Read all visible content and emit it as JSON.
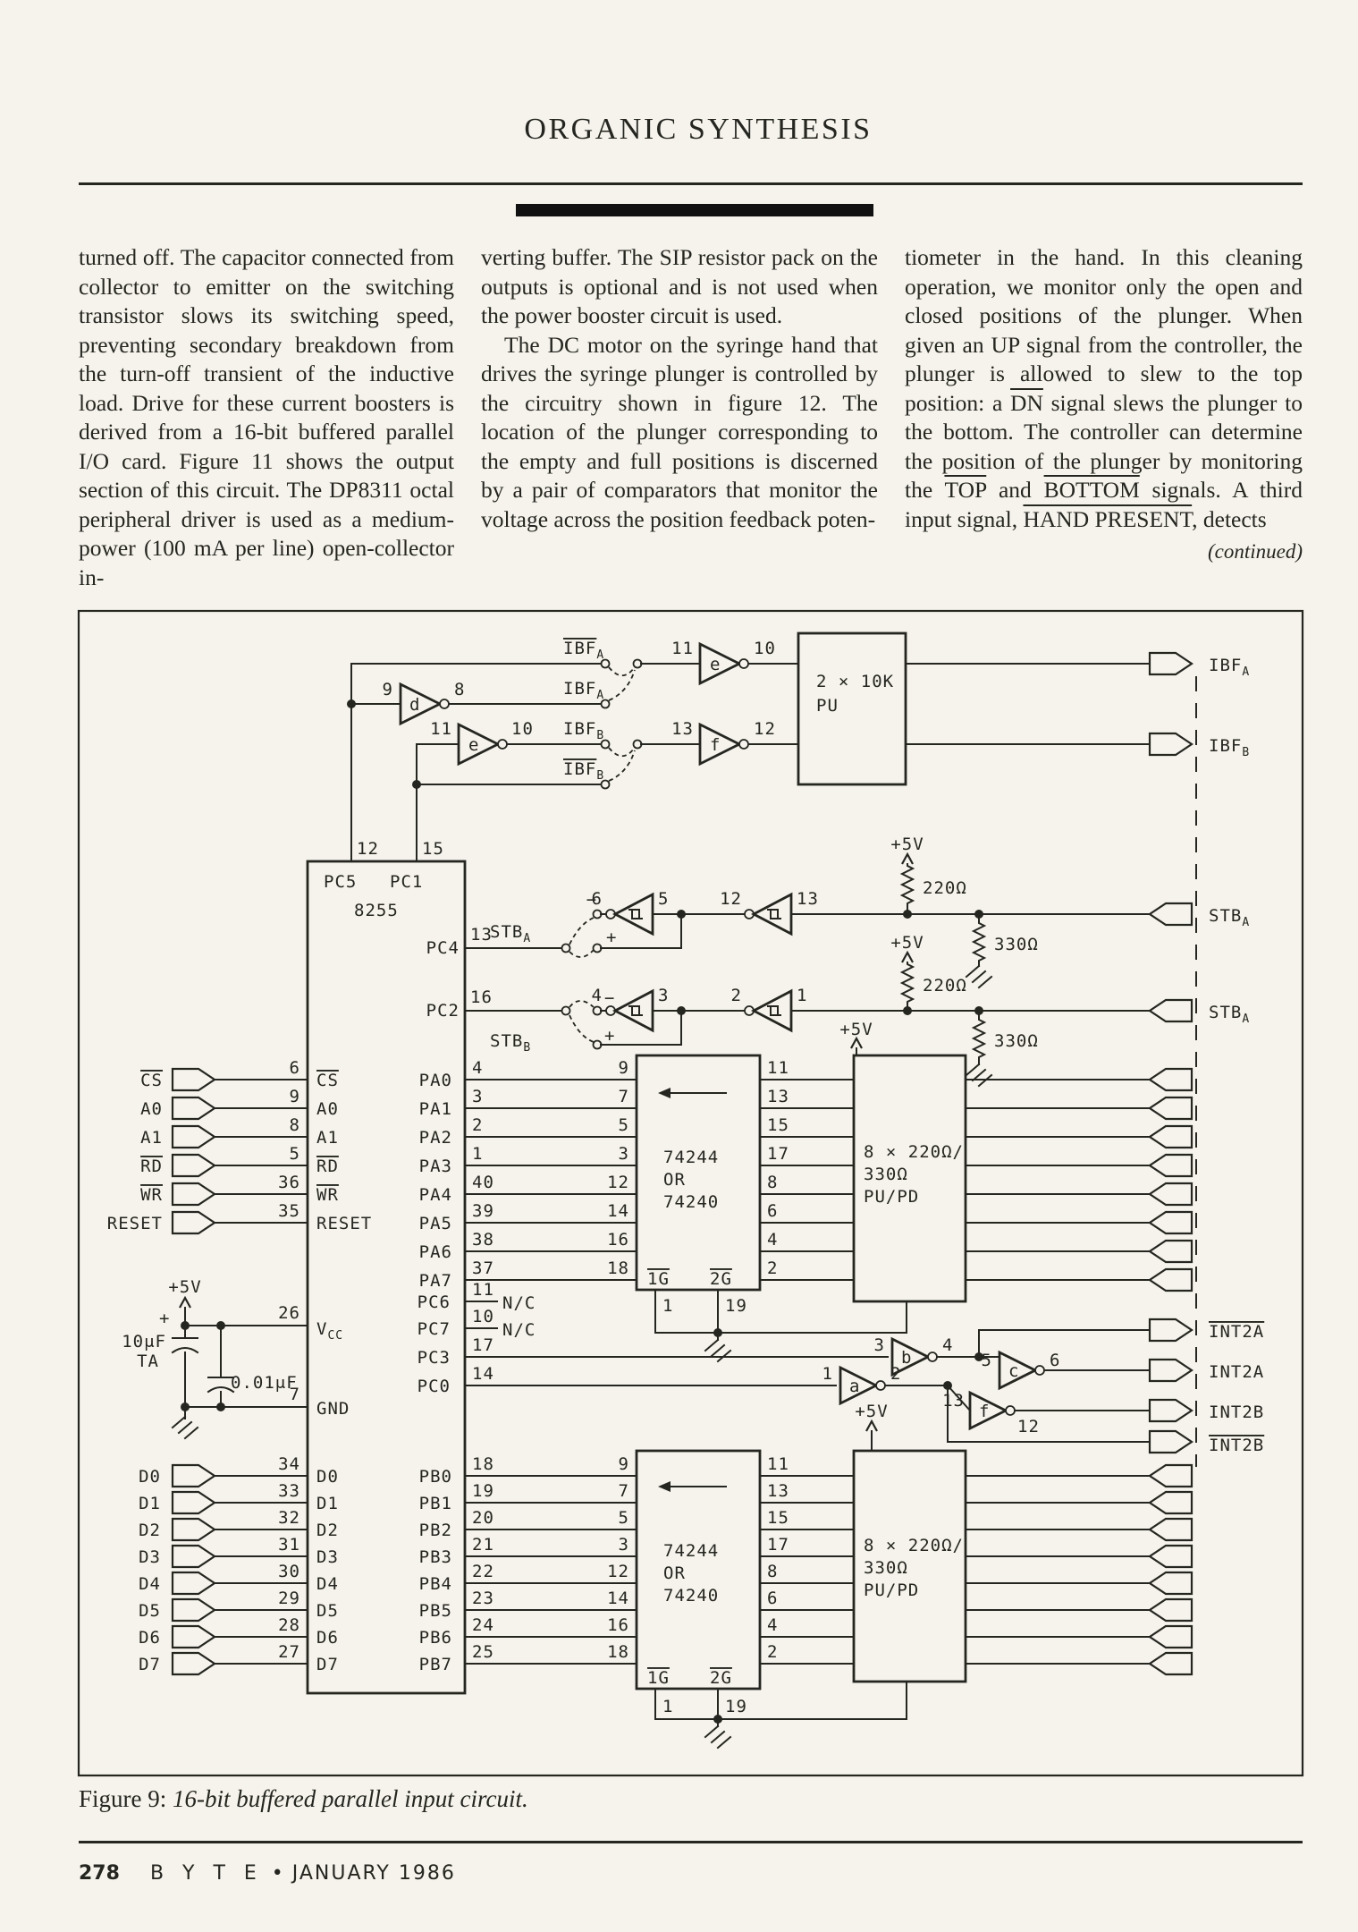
{
  "page": {
    "bg": "#f5f3ec",
    "ink": "#262620"
  },
  "header": {
    "title": "ORGANIC SYNTHESIS"
  },
  "columns": {
    "col1": [
      "turned off. The capacitor connected from collector to emitter on the switching transistor slows its switching speed, preventing secondary breakdown from the turn-off transient of the inductive load. Drive for these current boosters is derived from a 16-bit buffered parallel I/O card. Figure 11 shows the output section of this circuit. The DP8311 octal peripheral driver is used as a medium-power (100 mA per line) open-collector in-"
    ],
    "col2": [
      "verting buffer. The SIP resistor pack on the outputs is optional and is not used when the power booster circuit is used.",
      "The DC motor on the syringe hand that drives the syringe plunger is controlled by the circuitry shown in figure 12. The location of the plunger corresponding to the empty and full positions is discerned by a pair of comparators that monitor the voltage across the position feedback poten-"
    ],
    "col3": [
      "tiometer in the hand. In this cleaning operation, we monitor only the open and closed positions of the plunger. When given an UP signal from the controller, the plunger is allowed to slew to the top position: a [[DN]] signal slews the plunger to the bottom. The controller can determine the position of the plunger by monitoring the [[TOP]] and [[BOTTOM]] signals. A third input signal, [[HAND PRESENT]], detects"
    ],
    "continued": "(continued)"
  },
  "caption": {
    "prefix": "Figure 9:",
    "title": " 16-bit buffered parallel input circuit."
  },
  "footer": {
    "page": "278",
    "brand": "B Y T E",
    "bullet": "•",
    "issue": "JANUARY 1986"
  },
  "c": {
    "inv": {
      "d": "d",
      "e": "e",
      "f": "f",
      "a": "a",
      "b": "b",
      "c": "c"
    },
    "invpins": {
      "d9": "9",
      "d8": "8",
      "e11": "11",
      "e10": "10",
      "f13": "13",
      "f12": "12",
      "a1": "1",
      "a2": "2",
      "b3": "3",
      "b4": "4",
      "c5": "5",
      "c6": "6"
    },
    "schmitt": {
      "s6": "6",
      "s5": "5",
      "s12": "12",
      "s13": "13",
      "s4": "4",
      "s3": "3",
      "s2": "2",
      "s1": "1"
    },
    "jmp": {
      "minus": "−",
      "plus": "+"
    },
    "sig": {
      "ibf": "IBF",
      "stb": "STB",
      "suba": "A",
      "subb": "B",
      "int2a": "INT2A",
      "int2b": "INT2B"
    },
    "pwr": {
      "v5": "+5V",
      "r220": "220Ω",
      "r330": "330Ω",
      "c10": "10μF",
      "ta": "TA",
      "c001": "0.01μF",
      "plus": "+"
    },
    "chip": {
      "name": "8255",
      "pc5": "PC5",
      "pc1": "PC1",
      "pc4": "PC4",
      "pc2": "PC2",
      "vccb": "V",
      "vccs": "CC",
      "gnd": "GND",
      "pc6": "PC6",
      "pc7": "PC7",
      "pc3": "PC3",
      "pc0": "PC0",
      "nc": "N/C"
    },
    "buf": {
      "l1": "74244",
      "l2": "OR",
      "l3": "74240",
      "g1": "1G",
      "g2": "2G"
    },
    "pu": {
      "l1": "2 × 10K",
      "l2": "PU"
    },
    "pupd": {
      "l1": "8 × 220Ω/",
      "l2": "330Ω",
      "l3": "PU/PD"
    },
    "ctrl": {
      "cs": "CS",
      "a0": "A0",
      "a1": "A1",
      "rd": "RD",
      "wr": "WR",
      "reset": "RESET"
    },
    "bus": {
      "d": [
        "D0",
        "D1",
        "D2",
        "D3",
        "D4",
        "D5",
        "D6",
        "D7"
      ],
      "pa": [
        "PA0",
        "PA1",
        "PA2",
        "PA3",
        "PA4",
        "PA5",
        "PA6",
        "PA7"
      ],
      "pb": [
        "PB0",
        "PB1",
        "PB2",
        "PB3",
        "PB4",
        "PB5",
        "PB6",
        "PB7"
      ]
    },
    "pins": {
      "ctrl": [
        "6",
        "9",
        "8",
        "5",
        "36",
        "35"
      ],
      "top12": "12",
      "top15": "15",
      "pc4": "13",
      "pc2": "16",
      "vcc": "26",
      "gnd": "7",
      "pa": [
        "4",
        "3",
        "2",
        "1",
        "40",
        "39",
        "38",
        "37"
      ],
      "b1in": [
        "9",
        "7",
        "5",
        "3",
        "12",
        "14",
        "16",
        "18"
      ],
      "b1out": [
        "11",
        "13",
        "15",
        "17",
        "8",
        "6",
        "4",
        "2"
      ],
      "pc6": "11",
      "pc7": "10",
      "pc3": "17",
      "pc0": "14",
      "d": [
        "34",
        "33",
        "32",
        "31",
        "30",
        "29",
        "28",
        "27"
      ],
      "pb": [
        "18",
        "19",
        "20",
        "21",
        "22",
        "23",
        "24",
        "25"
      ],
      "en1": "1",
      "en19": "19"
    }
  }
}
